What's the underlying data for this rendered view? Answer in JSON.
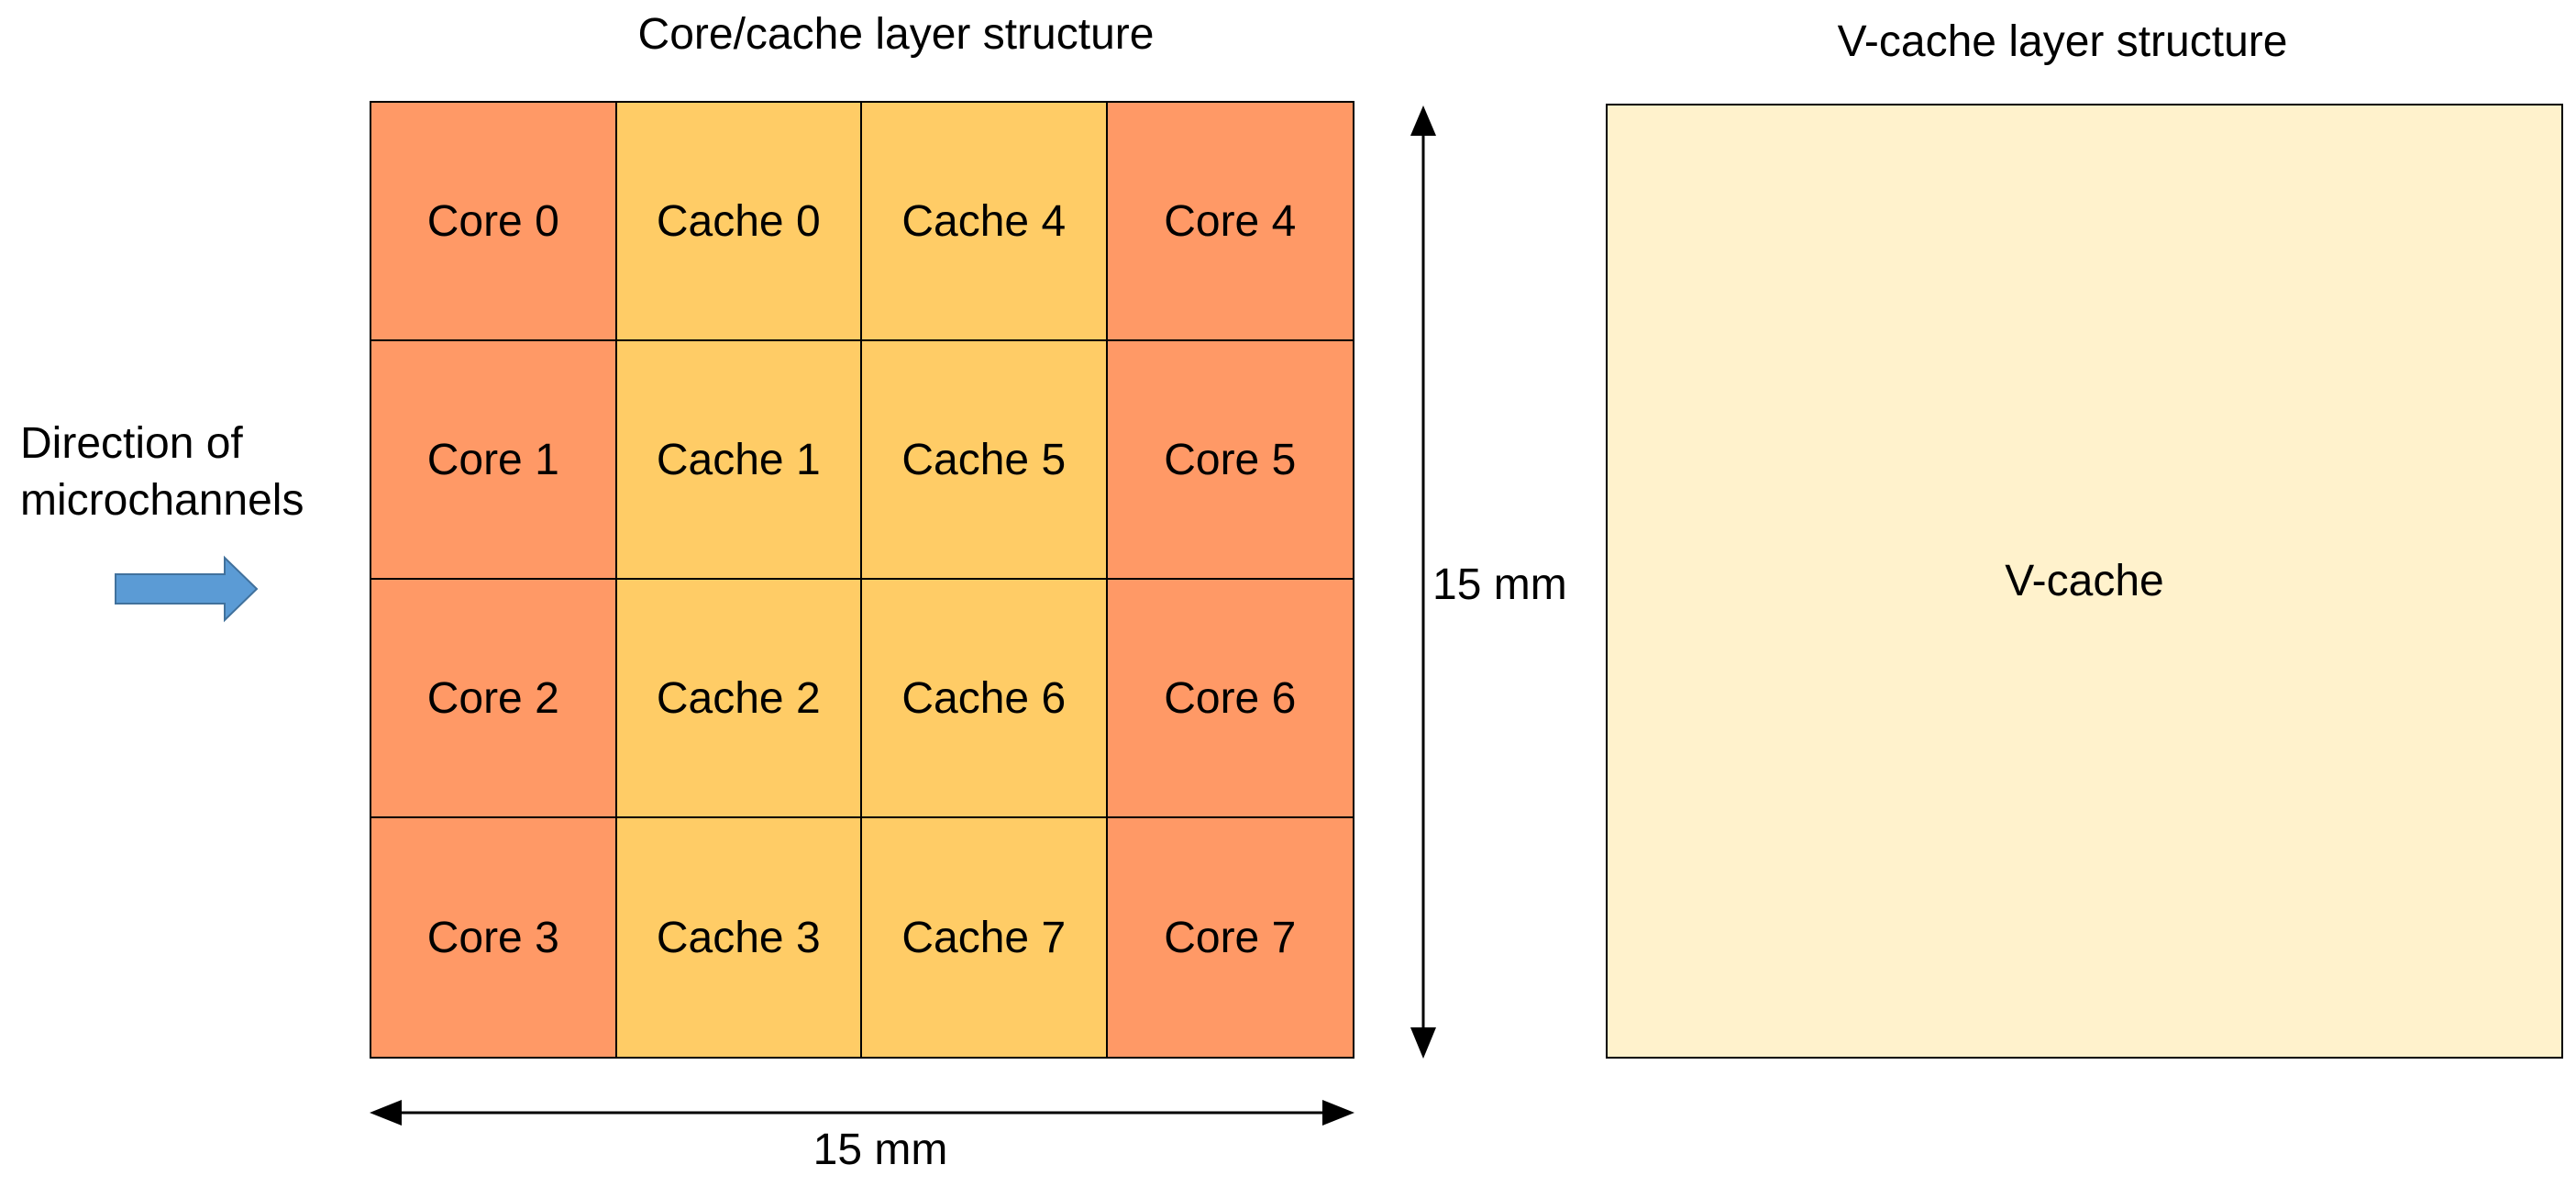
{
  "left_title": "Core/cache layer structure",
  "right_title": "V-cache layer structure",
  "colors": {
    "core": "#FF9966",
    "cache": "#FFCC66",
    "vcache": "#FFF2CC",
    "arrow": "#5B9BD5",
    "line": "#000000"
  },
  "grid": {
    "rows": [
      [
        {
          "label": "Core 0",
          "type": "core"
        },
        {
          "label": "Cache 0",
          "type": "cache"
        },
        {
          "label": "Cache 4",
          "type": "cache"
        },
        {
          "label": "Core 4",
          "type": "core"
        }
      ],
      [
        {
          "label": "Core 1",
          "type": "core"
        },
        {
          "label": "Cache 1",
          "type": "cache"
        },
        {
          "label": "Cache 5",
          "type": "cache"
        },
        {
          "label": "Core 5",
          "type": "core"
        }
      ],
      [
        {
          "label": "Core 2",
          "type": "core"
        },
        {
          "label": "Cache 2",
          "type": "cache"
        },
        {
          "label": "Cache 6",
          "type": "cache"
        },
        {
          "label": "Core 6",
          "type": "core"
        }
      ],
      [
        {
          "label": "Core 3",
          "type": "core"
        },
        {
          "label": "Cache 3",
          "type": "cache"
        },
        {
          "label": "Cache 7",
          "type": "cache"
        },
        {
          "label": "Core 7",
          "type": "core"
        }
      ]
    ]
  },
  "vcache_label": "V-cache",
  "direction": {
    "line1": "Direction of",
    "line2": "microchannels"
  },
  "dimensions": {
    "vertical": "15 mm",
    "horizontal": "15 mm"
  }
}
